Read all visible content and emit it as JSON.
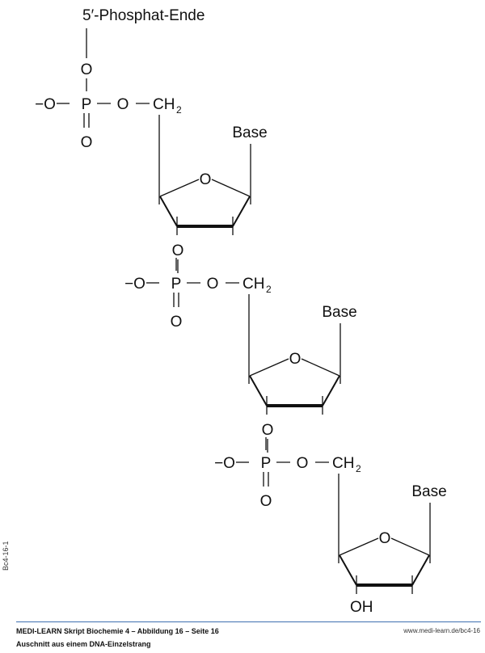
{
  "diagram": {
    "header_label": "5′-Phosphat-Ende",
    "units": [
      {
        "phosphate": {
          "o_minus": "−O",
          "p": "P",
          "o_top": "O",
          "o_bottom": "O",
          "o_ester": "O",
          "ch2": "CH",
          "ch2_sub": "2"
        },
        "ring_o": "O",
        "base": "Base"
      },
      {
        "phosphate": {
          "o_minus": "−O",
          "p": "P",
          "o_top": "O",
          "o_bottom": "O",
          "o_ester": "O",
          "ch2": "CH",
          "ch2_sub": "2"
        },
        "ring_o": "O",
        "base": "Base"
      },
      {
        "phosphate": {
          "o_minus": "−O",
          "p": "P",
          "o_top": "O",
          "o_bottom": "O",
          "o_ester": "O",
          "ch2": "CH",
          "ch2_sub": "2"
        },
        "ring_o": "O",
        "base": "Base"
      }
    ],
    "terminal": "OH"
  },
  "side_label": "Bc4-16-1",
  "footer": {
    "title": "MEDI-LEARN Skript Biochemie 4 – Abbildung 16 – Seite 16",
    "caption": "Auschnitt aus einem DNA-Einzelstrang",
    "url": "www.medi-learn.de/bc4-16"
  }
}
